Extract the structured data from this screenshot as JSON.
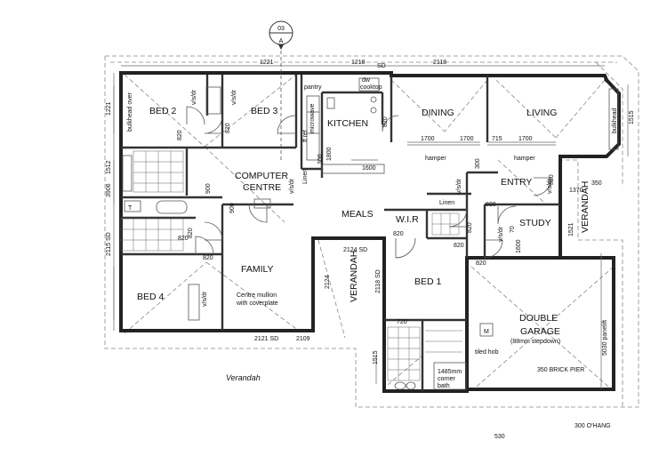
{
  "header": {
    "drawing_ref_top": "03",
    "drawing_ref_bottom": "A"
  },
  "rooms": {
    "bed2": "BED 2",
    "bed3": "BED 3",
    "kitchen": "KITCHEN",
    "dining": "DINING",
    "living": "LIVING",
    "computer_centre_1": "COMPUTER",
    "computer_centre_2": "CENTRE",
    "meals": "MEALS",
    "wir": "W.I.R",
    "entry": "ENTRY",
    "study": "STUDY",
    "verandah_side": "VERANDAH",
    "family": "FAMILY",
    "bed4": "BED 4",
    "verandah_mid": "VERANDAH",
    "bed1": "BED 1",
    "garage_1": "DOUBLE",
    "garage_2": "GARAGE",
    "garage_note": "(88mm stepdown)",
    "linen_1": "Linen",
    "linen_2": "Linen",
    "pantry": "pantry",
    "hamper_1": "hamper",
    "hamper_2": "hamper",
    "bulkhead_over": "bulkhead over",
    "bulkhead": "bulkhead",
    "dw": "dw",
    "cooktop": "cooktop",
    "tiled_hob": "tiled hob",
    "bath_1": "1485mm",
    "bath_2": "corner",
    "bath_3": "bath",
    "mullion_1": "Centre mullion",
    "mullion_2": "with coverplate",
    "ff_ref": "ff ref",
    "microwave": "microwave",
    "robe": "v/s/dr",
    "t_mark": "T",
    "m_mark": "M"
  },
  "dimensions": {
    "top": [
      "1221",
      "1218",
      "2118"
    ],
    "left": [
      "1221",
      "1512",
      "3906",
      "2115 SD"
    ],
    "right": [
      "1515",
      "1370",
      "350",
      "1521",
      "5030 panelift"
    ],
    "windows": [
      "1700",
      "1700",
      "715",
      "1700"
    ],
    "doors": [
      "820",
      "820",
      "820",
      "820",
      "820",
      "820",
      "820",
      "820",
      "820",
      "820",
      "820",
      "820"
    ],
    "misc": [
      "1600",
      "300",
      "1800",
      "300",
      "900",
      "900",
      "2124 SD",
      "2124",
      "2118 SD",
      "720",
      "70",
      "1600",
      "2121 SD",
      "2109",
      "1515",
      "350 BRICK PIER",
      "300 O'HANG",
      "530"
    ],
    "sd": "SD"
  },
  "annotations": {
    "verandah_script": "Verandah"
  }
}
